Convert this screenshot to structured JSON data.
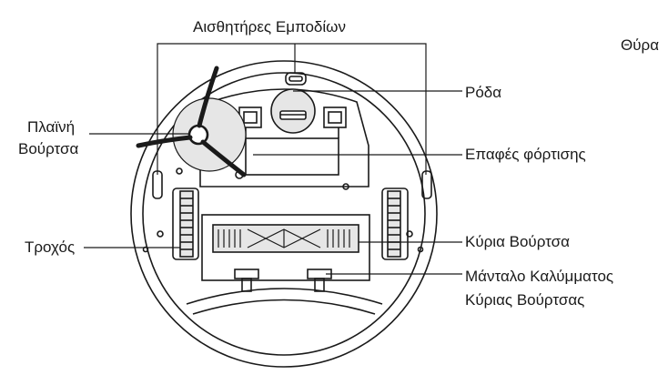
{
  "labels": {
    "obstacle_sensors": "Αισθητήρες Εμποδίων",
    "door_partial": "Θύρα",
    "wheel_caster": "Ρόδα",
    "side_brush_line1": "Πλαϊνή",
    "side_brush_line2": "Βούρτσα",
    "charging_contacts": "Επαφές φόρτισης",
    "drive_wheel": "Τροχός",
    "main_brush": "Κύρια Βούρτσα",
    "main_brush_cover_latch_line1": "Μάνταλο Καλύμματος",
    "main_brush_cover_latch_line2": "Κύριας Βούρτσας"
  },
  "colors": {
    "stroke": "#1a1a1a",
    "body_fill": "#ffffff",
    "shade": "#e6e6e6"
  }
}
